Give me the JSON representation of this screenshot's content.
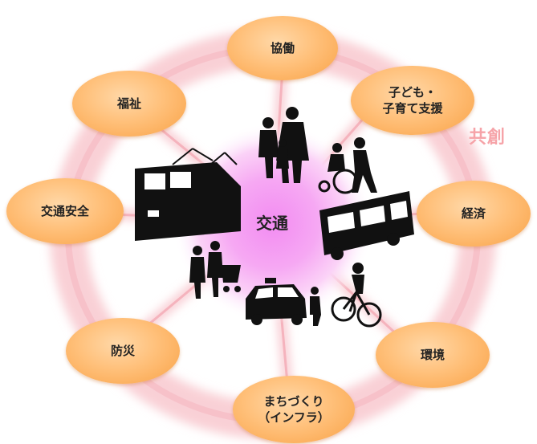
{
  "center_label": "交通",
  "outer_label": "共創",
  "nodes": {
    "kyodo": "協働",
    "kodomo_line1": "子ども・",
    "kodomo_line2": "子育て支援",
    "keizai": "経済",
    "kankyo": "環境",
    "machi_line1": "まちづくり",
    "machi_line2": "（インフラ）",
    "bousai": "防災",
    "kotsu_anzen": "交通安全",
    "fukushi": "福祉"
  },
  "colors": {
    "node_fill": "#f9a246",
    "ring": "#f7c7cf",
    "center_glow": "#f080f0",
    "outer_label": "#f6a3a8",
    "silhouette": "#111111"
  },
  "icons": [
    "train-icon",
    "bus-icon",
    "taxi-icon",
    "bicycle-icon",
    "family-icon",
    "wheelchair-icon",
    "stroller-icon"
  ]
}
